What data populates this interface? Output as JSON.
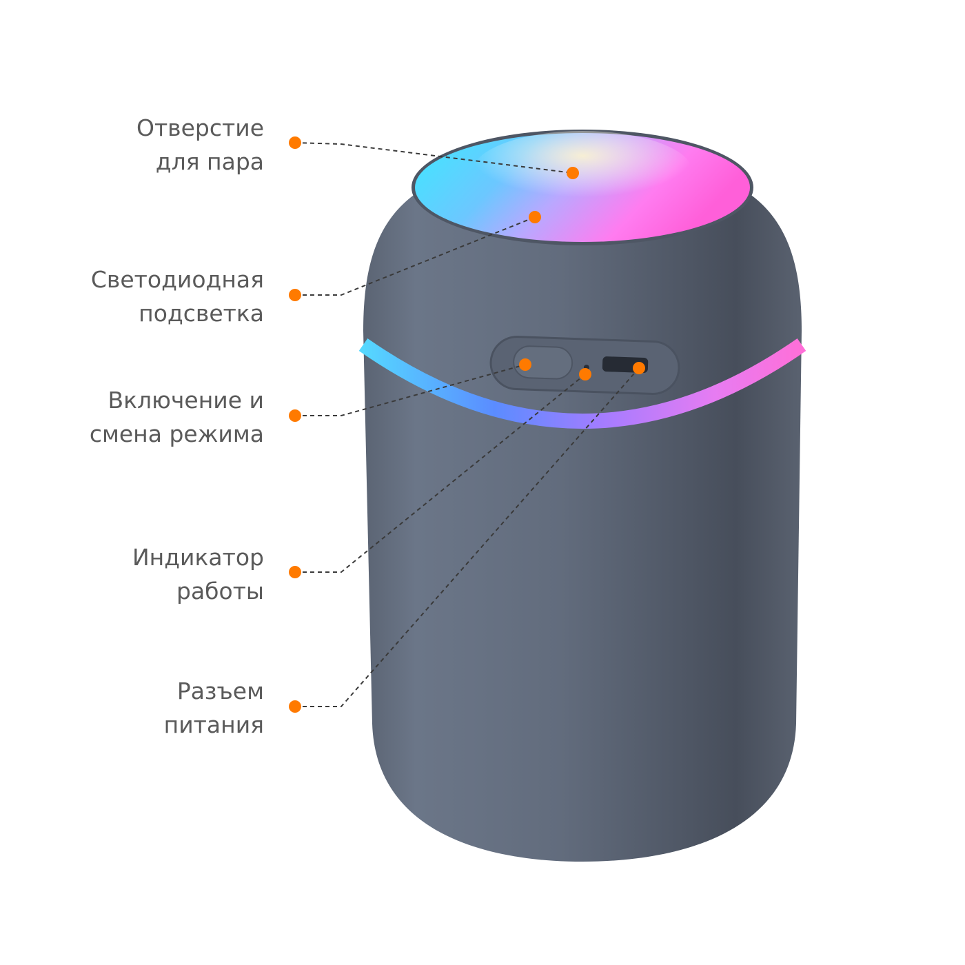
{
  "colors": {
    "dot": "#ff7a00",
    "text": "#5a5a5a",
    "body": "#5e6777"
  },
  "callouts": [
    {
      "lines": [
        "Отверстие",
        "для пара"
      ],
      "target": "steam-outlet"
    },
    {
      "lines": [
        "Светодиодная",
        "подсветка"
      ],
      "target": "led-light"
    },
    {
      "lines": [
        "Включение и",
        "смена режима"
      ],
      "target": "power-mode-button"
    },
    {
      "lines": [
        "Индикатор",
        "работы"
      ],
      "target": "status-indicator"
    },
    {
      "lines": [
        "Разъем",
        "питания"
      ],
      "target": "power-port"
    }
  ]
}
